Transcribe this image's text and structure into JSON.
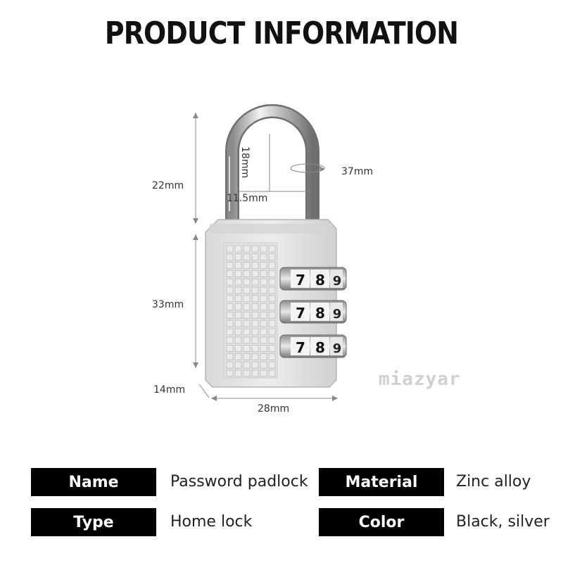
{
  "page_title": "PRODUCT INFORMATION",
  "dimensions": {
    "shackle_height": "18mm",
    "shackle_width": "11.5mm",
    "rotation": "37mm",
    "overall_upper": "22mm",
    "body_height": "33mm",
    "depth": "14mm",
    "body_width": "28mm"
  },
  "dial_digits": [
    [
      "7",
      "8",
      "9"
    ],
    [
      "7",
      "8",
      "9"
    ],
    [
      "7",
      "8",
      "9"
    ]
  ],
  "watermark": "miazyar",
  "specs": [
    {
      "label": "Name",
      "value": "Password padlock"
    },
    {
      "label": "Material",
      "value": "Zinc alloy"
    },
    {
      "label": "Type",
      "value": "Home lock"
    },
    {
      "label": "Color",
      "value": "Black, silver"
    }
  ]
}
